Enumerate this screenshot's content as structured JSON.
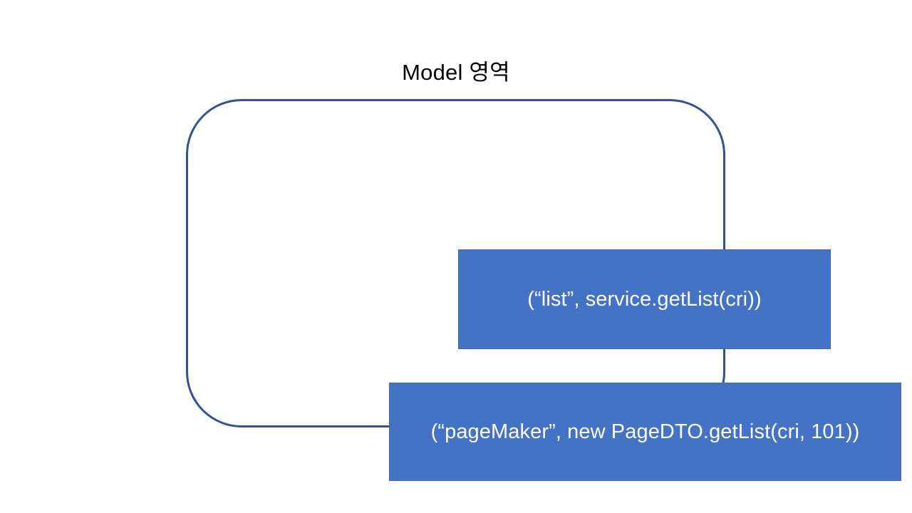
{
  "slide": {
    "background_color": "#FFFFFF",
    "title": "Model 영역"
  },
  "container": {
    "name": "model-region",
    "border_color": "#2F5496",
    "fill": "none"
  },
  "boxes": [
    {
      "id": "list-attribute",
      "text": "(“list”, service.getList(cri))",
      "fill_color": "#4472C4",
      "text_color": "#FFFFFF"
    },
    {
      "id": "pagemaker-attribute",
      "text": "(“pageMaker”, new PageDTO.getList(cri, 101))",
      "fill_color": "#4472C4",
      "text_color": "#FFFFFF"
    }
  ]
}
